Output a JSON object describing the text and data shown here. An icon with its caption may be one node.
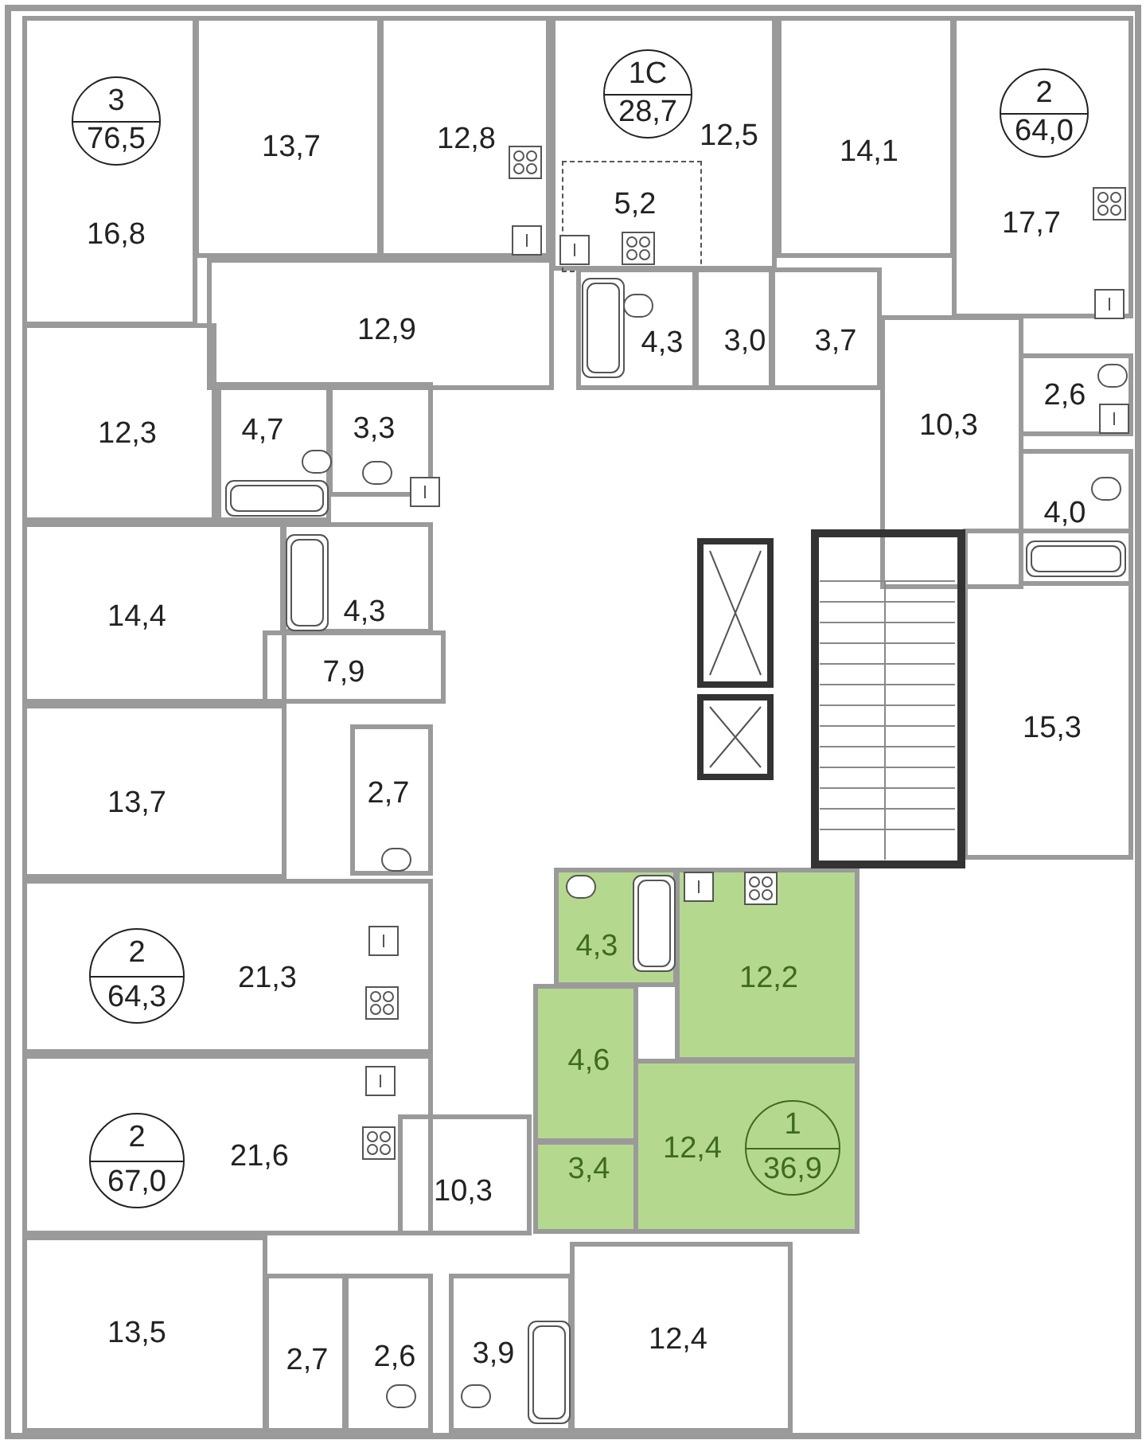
{
  "diagram": {
    "nodes": [
      {
        "text": [
          "16,8"
        ]
      },
      {
        "text": [
          "3",
          "76,5"
        ],
        "in": 0
      },
      {
        "text": [
          "13,7"
        ]
      },
      {
        "text": [
          "12,8"
        ]
      },
      {
        "text": [
          "12,5"
        ]
      },
      {
        "text": [
          "1С",
          "28,7"
        ],
        "in": 4
      },
      {
        "text": [
          "5,2"
        ],
        "in": 4
      },
      {
        "text": [
          "14,1"
        ]
      },
      {
        "text": [
          "17,7"
        ]
      },
      {
        "text": [
          "2",
          "64,0"
        ],
        "in": 8
      },
      {
        "text": [
          "12,9"
        ]
      },
      {
        "text": [
          "4,3"
        ]
      },
      {
        "text": [
          "3,0"
        ]
      },
      {
        "text": [
          "3,7"
        ]
      },
      {
        "text": [
          "10,3"
        ]
      },
      {
        "text": [
          "2,6"
        ]
      },
      {
        "text": [
          "12,3"
        ]
      },
      {
        "text": [
          "4,7"
        ]
      },
      {
        "text": [
          "3,3"
        ]
      },
      {
        "text": [
          "4,0"
        ]
      },
      {
        "text": [
          "14,4"
        ]
      },
      {
        "text": [
          "4,3"
        ]
      },
      {
        "text": [
          "7,9"
        ]
      },
      {
        "text": [
          "15,3"
        ]
      },
      {
        "text": [
          "13,7"
        ]
      },
      {
        "text": [
          "2,7"
        ]
      },
      {
        "text": [
          "4,3"
        ]
      },
      {
        "text": [
          "12,2"
        ]
      },
      {
        "text": [
          "21,3"
        ]
      },
      {
        "text": [
          "2",
          "64,3"
        ],
        "in": 28
      },
      {
        "text": [
          "4,6"
        ]
      },
      {
        "text": [
          "21,6"
        ]
      },
      {
        "text": [
          "2",
          "67,0"
        ],
        "in": 31
      },
      {
        "text": [
          "12,4"
        ]
      },
      {
        "text": [
          "1",
          "36,9"
        ],
        "in": 33
      },
      {
        "text": [
          "10,3"
        ]
      },
      {
        "text": [
          "3,4"
        ]
      },
      {
        "text": [
          "13,5"
        ]
      },
      {
        "text": [
          "2,7"
        ]
      },
      {
        "text": [
          "2,6"
        ]
      },
      {
        "text": [
          "3,9"
        ]
      },
      {
        "text": [
          "12,4"
        ]
      }
    ]
  }
}
